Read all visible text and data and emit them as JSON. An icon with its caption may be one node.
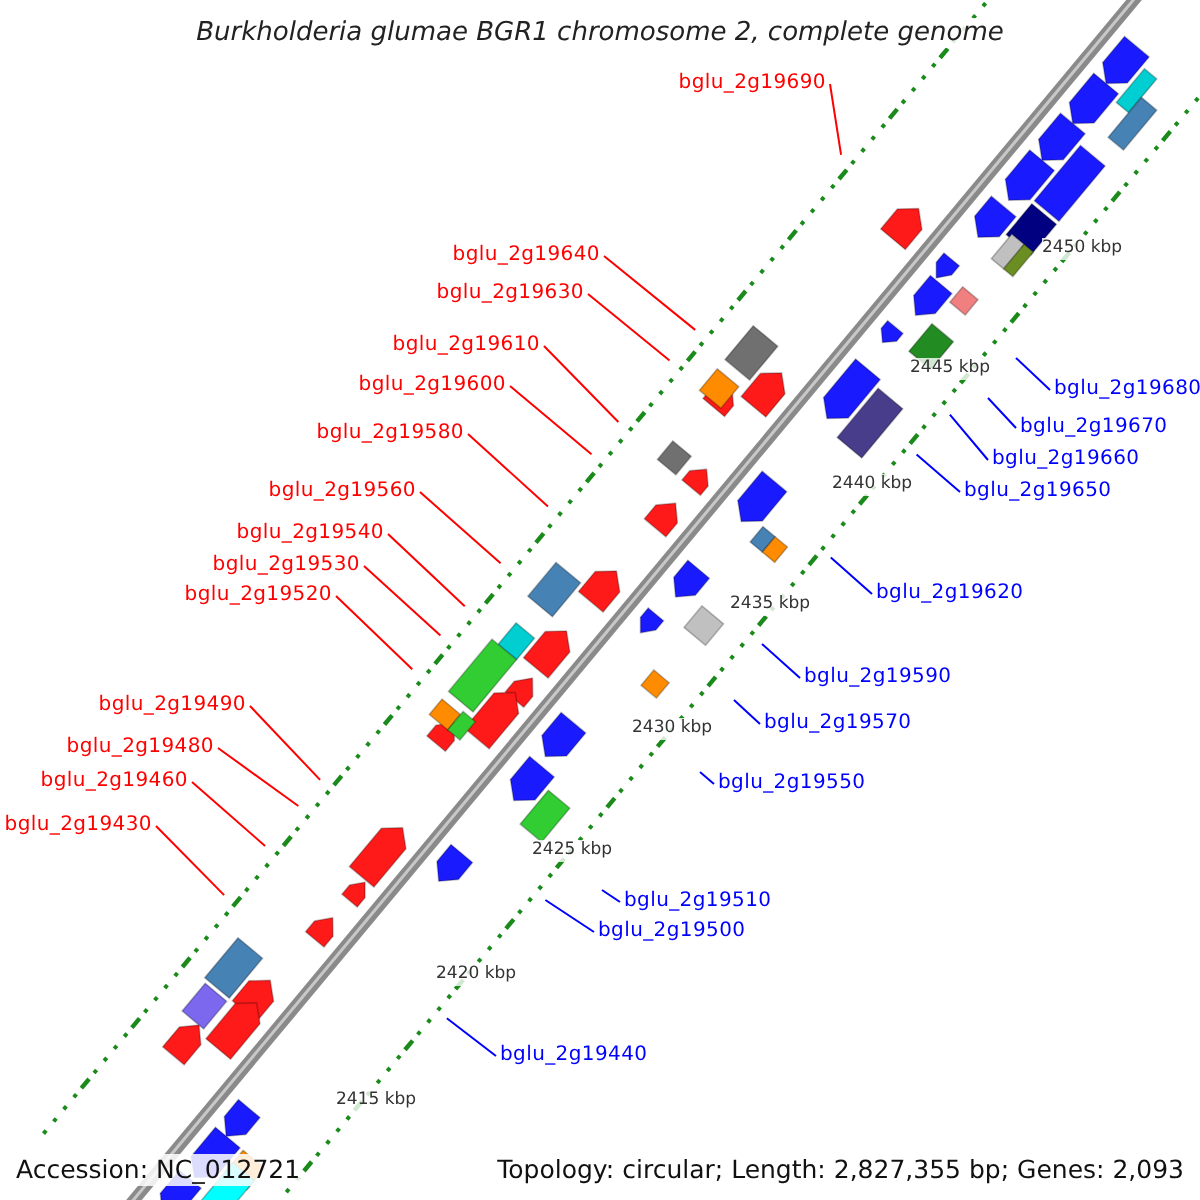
{
  "diagram": {
    "title": "Burkholderia glumae BGR1 chromosome 2, complete genome",
    "nodes": [
      {
        "text": [
          "bglu_2g19690"
        ]
      },
      {
        "text": [
          "bglu_2g19640"
        ]
      },
      {
        "text": [
          "bglu_2g19630"
        ]
      },
      {
        "text": [
          "bglu_2g19610"
        ]
      },
      {
        "text": [
          "bglu_2g19600"
        ]
      },
      {
        "text": [
          "bglu_2g19680"
        ]
      },
      {
        "text": [
          "bglu_2g19670"
        ]
      },
      {
        "text": [
          "bglu_2g19580"
        ]
      },
      {
        "text": [
          "bglu_2g19660"
        ]
      },
      {
        "text": [
          "bglu_2g19560"
        ]
      },
      {
        "text": [
          "bglu_2g19650"
        ]
      },
      {
        "text": [
          "bglu_2g19540"
        ]
      },
      {
        "text": [
          "bglu_2g19530"
        ]
      },
      {
        "text": [
          "bglu_2g19620"
        ]
      },
      {
        "text": [
          "bglu_2g19520"
        ]
      },
      {
        "text": [
          "bglu_2g19590"
        ]
      },
      {
        "text": [
          "bglu_2g19490"
        ]
      },
      {
        "text": [
          "bglu_2g19570"
        ]
      },
      {
        "text": [
          "bglu_2g19480"
        ]
      },
      {
        "text": [
          "bglu_2g19460"
        ]
      },
      {
        "text": [
          "bglu_2g19550"
        ]
      },
      {
        "text": [
          "bglu_2g19430"
        ]
      },
      {
        "text": [
          "bglu_2g19510"
        ]
      },
      {
        "text": [
          "bglu_2g19500"
        ]
      },
      {
        "text": [
          "bglu_2g19440"
        ]
      }
    ],
    "edges": [
      {
        "from": 0,
        "to": null,
        "arrow": "none"
      },
      {
        "from": 1,
        "to": null,
        "arrow": "none"
      },
      {
        "from": 2,
        "to": null,
        "arrow": "none"
      },
      {
        "from": 3,
        "to": null,
        "arrow": "none"
      },
      {
        "from": 4,
        "to": null,
        "arrow": "none"
      },
      {
        "from": 5,
        "to": null,
        "arrow": "none",
        "color": "#0000ff"
      },
      {
        "from": 6,
        "to": null,
        "arrow": "none",
        "color": "#0000ff"
      },
      {
        "from": 7,
        "to": null,
        "arrow": "none"
      },
      {
        "from": 8,
        "to": null,
        "arrow": "none",
        "color": "#0000ff"
      },
      {
        "from": 9,
        "to": null,
        "arrow": "none"
      },
      {
        "from": 10,
        "to": null,
        "arrow": "none",
        "color": "#0000ff"
      },
      {
        "from": 11,
        "to": null,
        "arrow": "none"
      },
      {
        "from": 12,
        "to": null,
        "arrow": "none"
      },
      {
        "from": 13,
        "to": null,
        "arrow": "none",
        "color": "#0000ff"
      },
      {
        "from": 14,
        "to": null,
        "arrow": "none"
      },
      {
        "from": 15,
        "to": null,
        "arrow": "none",
        "color": "#0000ff"
      },
      {
        "from": 16,
        "to": null,
        "arrow": "none"
      },
      {
        "from": 17,
        "to": null,
        "arrow": "none",
        "color": "#0000ff"
      },
      {
        "from": 18,
        "to": null,
        "arrow": "none"
      },
      {
        "from": 19,
        "to": null,
        "arrow": "none"
      },
      {
        "from": 20,
        "to": null,
        "arrow": "none",
        "color": "#0000ff"
      },
      {
        "from": 21,
        "to": null,
        "arrow": "none"
      },
      {
        "from": 22,
        "to": null,
        "arrow": "none",
        "color": "#0000ff"
      },
      {
        "from": 23,
        "to": null,
        "arrow": "none",
        "color": "#0000ff"
      },
      {
        "from": 24,
        "to": null,
        "arrow": "none",
        "color": "#0000ff"
      }
    ],
    "labels": [
      "2450 kbp",
      "2445 kbp",
      "2440 kbp",
      "2435 kbp",
      "2430 kbp",
      "2425 kbp",
      "2420 kbp",
      "2415 kbp",
      "Accession: NC_012721",
      "Topology: circular; Length: 2,827,355 bp; Genes: 2,093"
    ]
  }
}
